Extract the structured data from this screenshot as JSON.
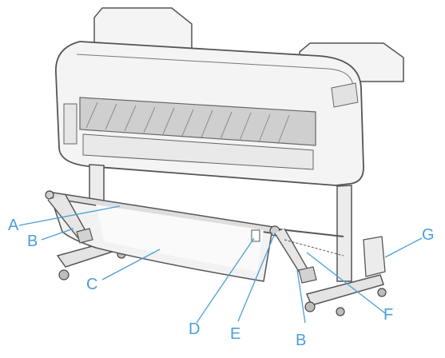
{
  "colors": {
    "callout": "#4a9fd8",
    "line_art": "#555555",
    "body_fill": "#f4f4f4",
    "shade": "#d8d8d8",
    "dark": "#9a9a9a"
  },
  "callouts": {
    "A": "A",
    "B_left": "B",
    "C": "C",
    "D": "D",
    "E": "E",
    "B_bottom": "B",
    "F": "F",
    "G": "G"
  }
}
